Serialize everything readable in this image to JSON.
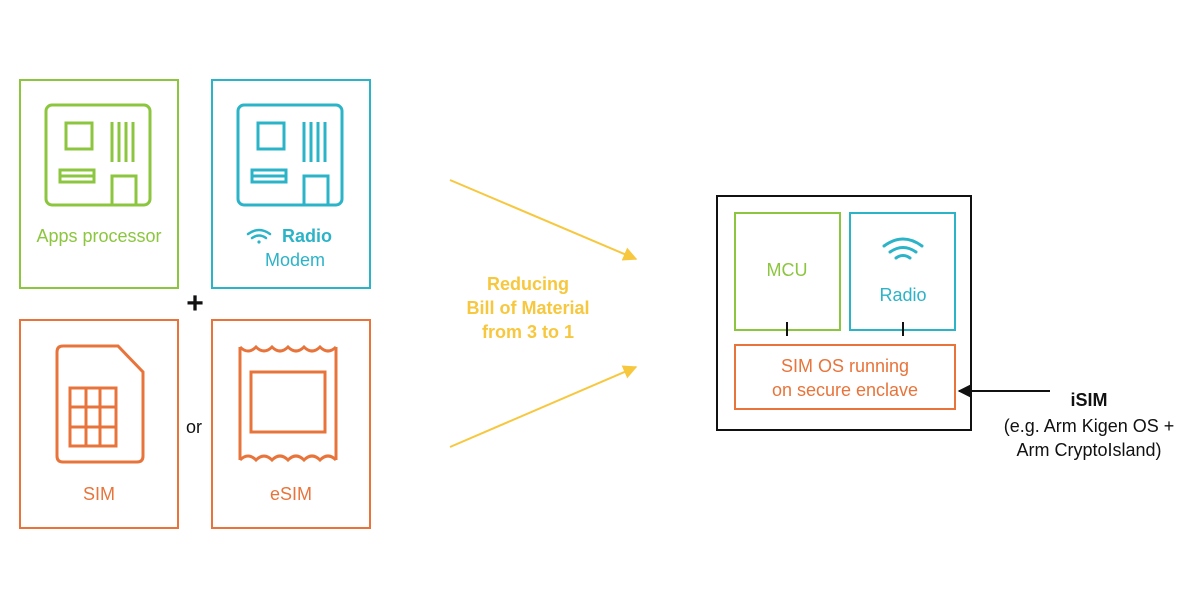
{
  "colors": {
    "green": "#8cc63f",
    "cyan": "#2bb3c8",
    "orange": "#e8743b",
    "yellow": "#f7c73e",
    "black": "#111111"
  },
  "left": {
    "apps_processor": {
      "label": "Apps processor",
      "icon": "circuit-board-icon"
    },
    "radio_modem": {
      "label_bold": "Radio",
      "label_line2": "Modem",
      "icon": "circuit-board-icon",
      "wifi_icon": "wifi-icon"
    },
    "plus": "+",
    "sim": {
      "label": "SIM",
      "icon": "sim-card-icon"
    },
    "or": "or",
    "esim": {
      "label": "eSIM",
      "icon": "esim-chip-icon"
    }
  },
  "middle": {
    "lines": [
      "Reducing",
      "Bill of Material",
      "from 3 to 1"
    ]
  },
  "right": {
    "mcu": "MCU",
    "radio": "Radio",
    "radio_icon": "wifi-icon",
    "sim_os_lines": [
      "SIM OS running",
      "on secure enclave"
    ],
    "isim_title": "iSIM",
    "isim_lines": [
      "(e.g. Arm Kigen OS +",
      "Arm CryptoIsland)"
    ]
  }
}
